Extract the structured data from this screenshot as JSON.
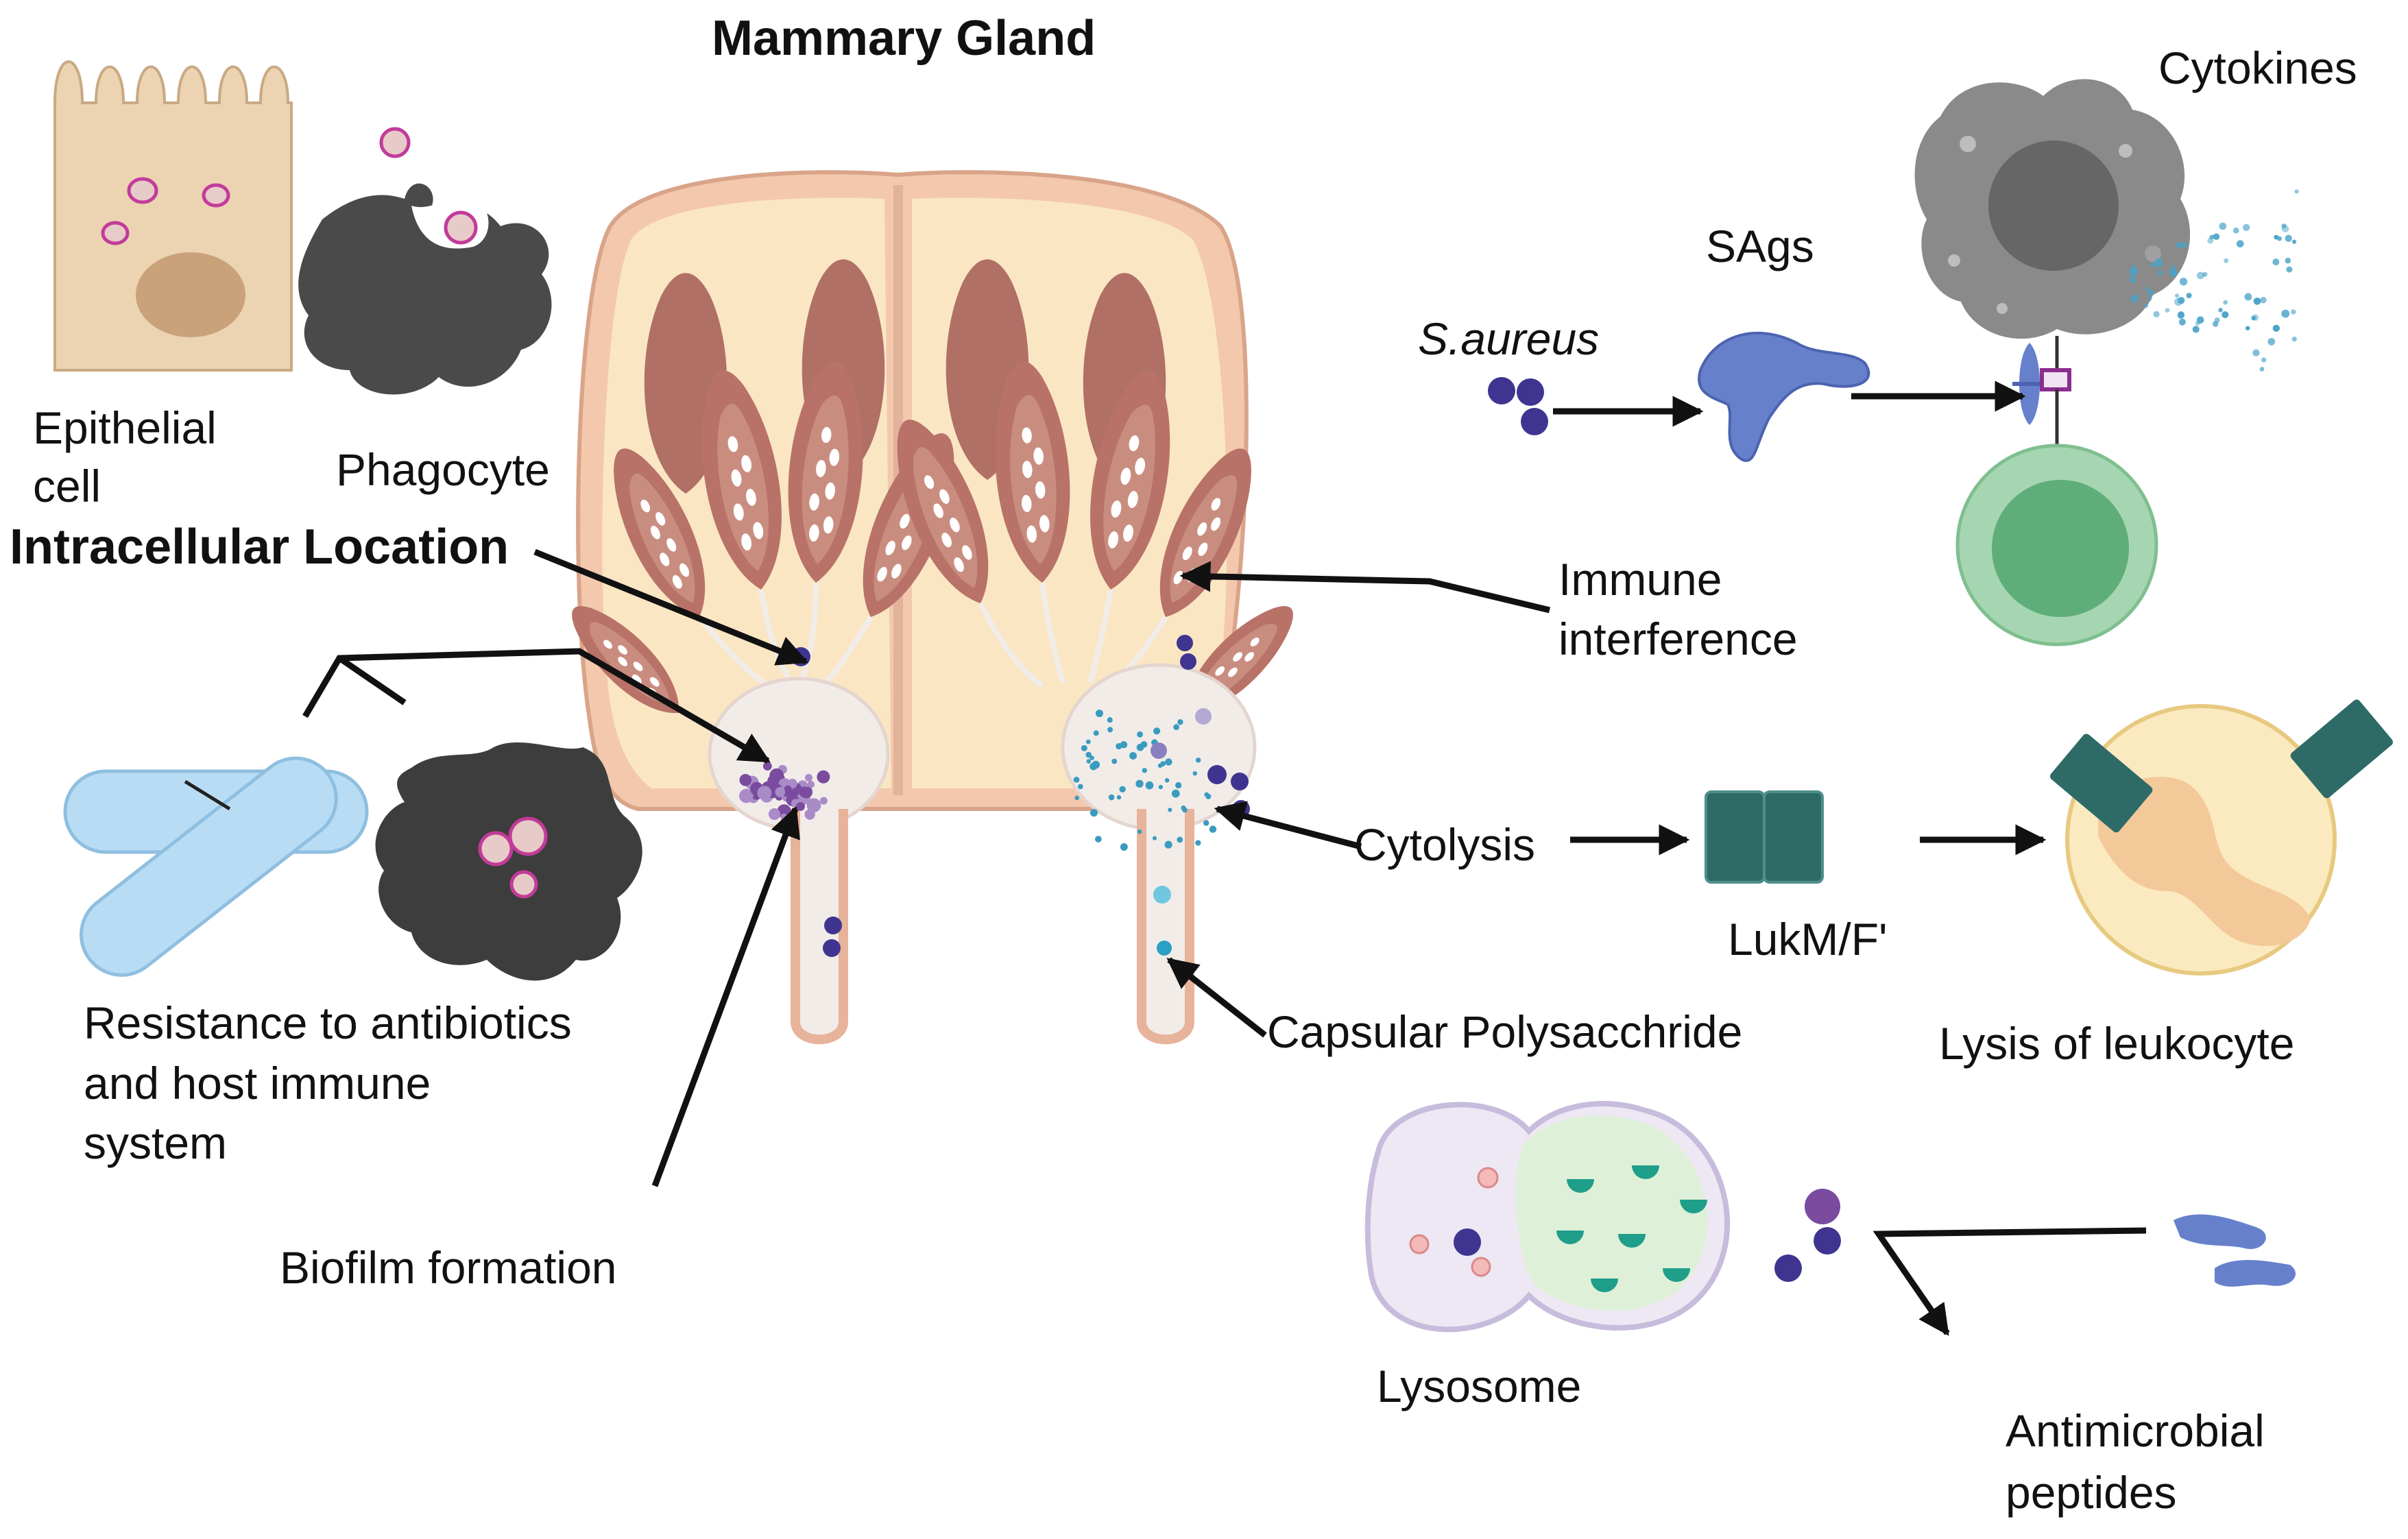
{
  "title": "Mammary Gland",
  "labels": {
    "epithelial_line1": "Epithelial",
    "epithelial_line2": "cell",
    "phagocyte": "Phagocyte",
    "intracellular": "Intracellular Location",
    "resistance_line1": "Resistance to antibiotics",
    "resistance_line2": "and host immune",
    "resistance_line3": "system",
    "biofilm": "Biofilm formation",
    "saureus": "S.aureus",
    "sags": "SAgs",
    "cytokines": "Cytokines",
    "immune_line1": "Immune",
    "immune_line2": "interference",
    "cytolysis": "Cytolysis",
    "lukmf": "LukM/F'",
    "capsular": "Capsular Polysacchride",
    "lysis": "Lysis of leukocyte",
    "lysosome": "Lysosome",
    "amp_line1": "Antimicrobial",
    "amp_line2": "peptides"
  },
  "colors": {
    "bacteria": "#3f3590",
    "tissue_outer": "#f6cfb3",
    "tissue_fill": "#fae6c3",
    "lobule": "#b87268",
    "cistern": "#f2ece9",
    "phagocyte": "#4a4a4a",
    "epithelial": "#ecd3b2",
    "antibiotic": "#b9dcf5",
    "toxin": "#2e6b67",
    "tcell": "#a6d6b1",
    "leukocyte": "#fbeac0",
    "cytokine_cell": "#8a8a8a",
    "sag": "#6680cc"
  }
}
